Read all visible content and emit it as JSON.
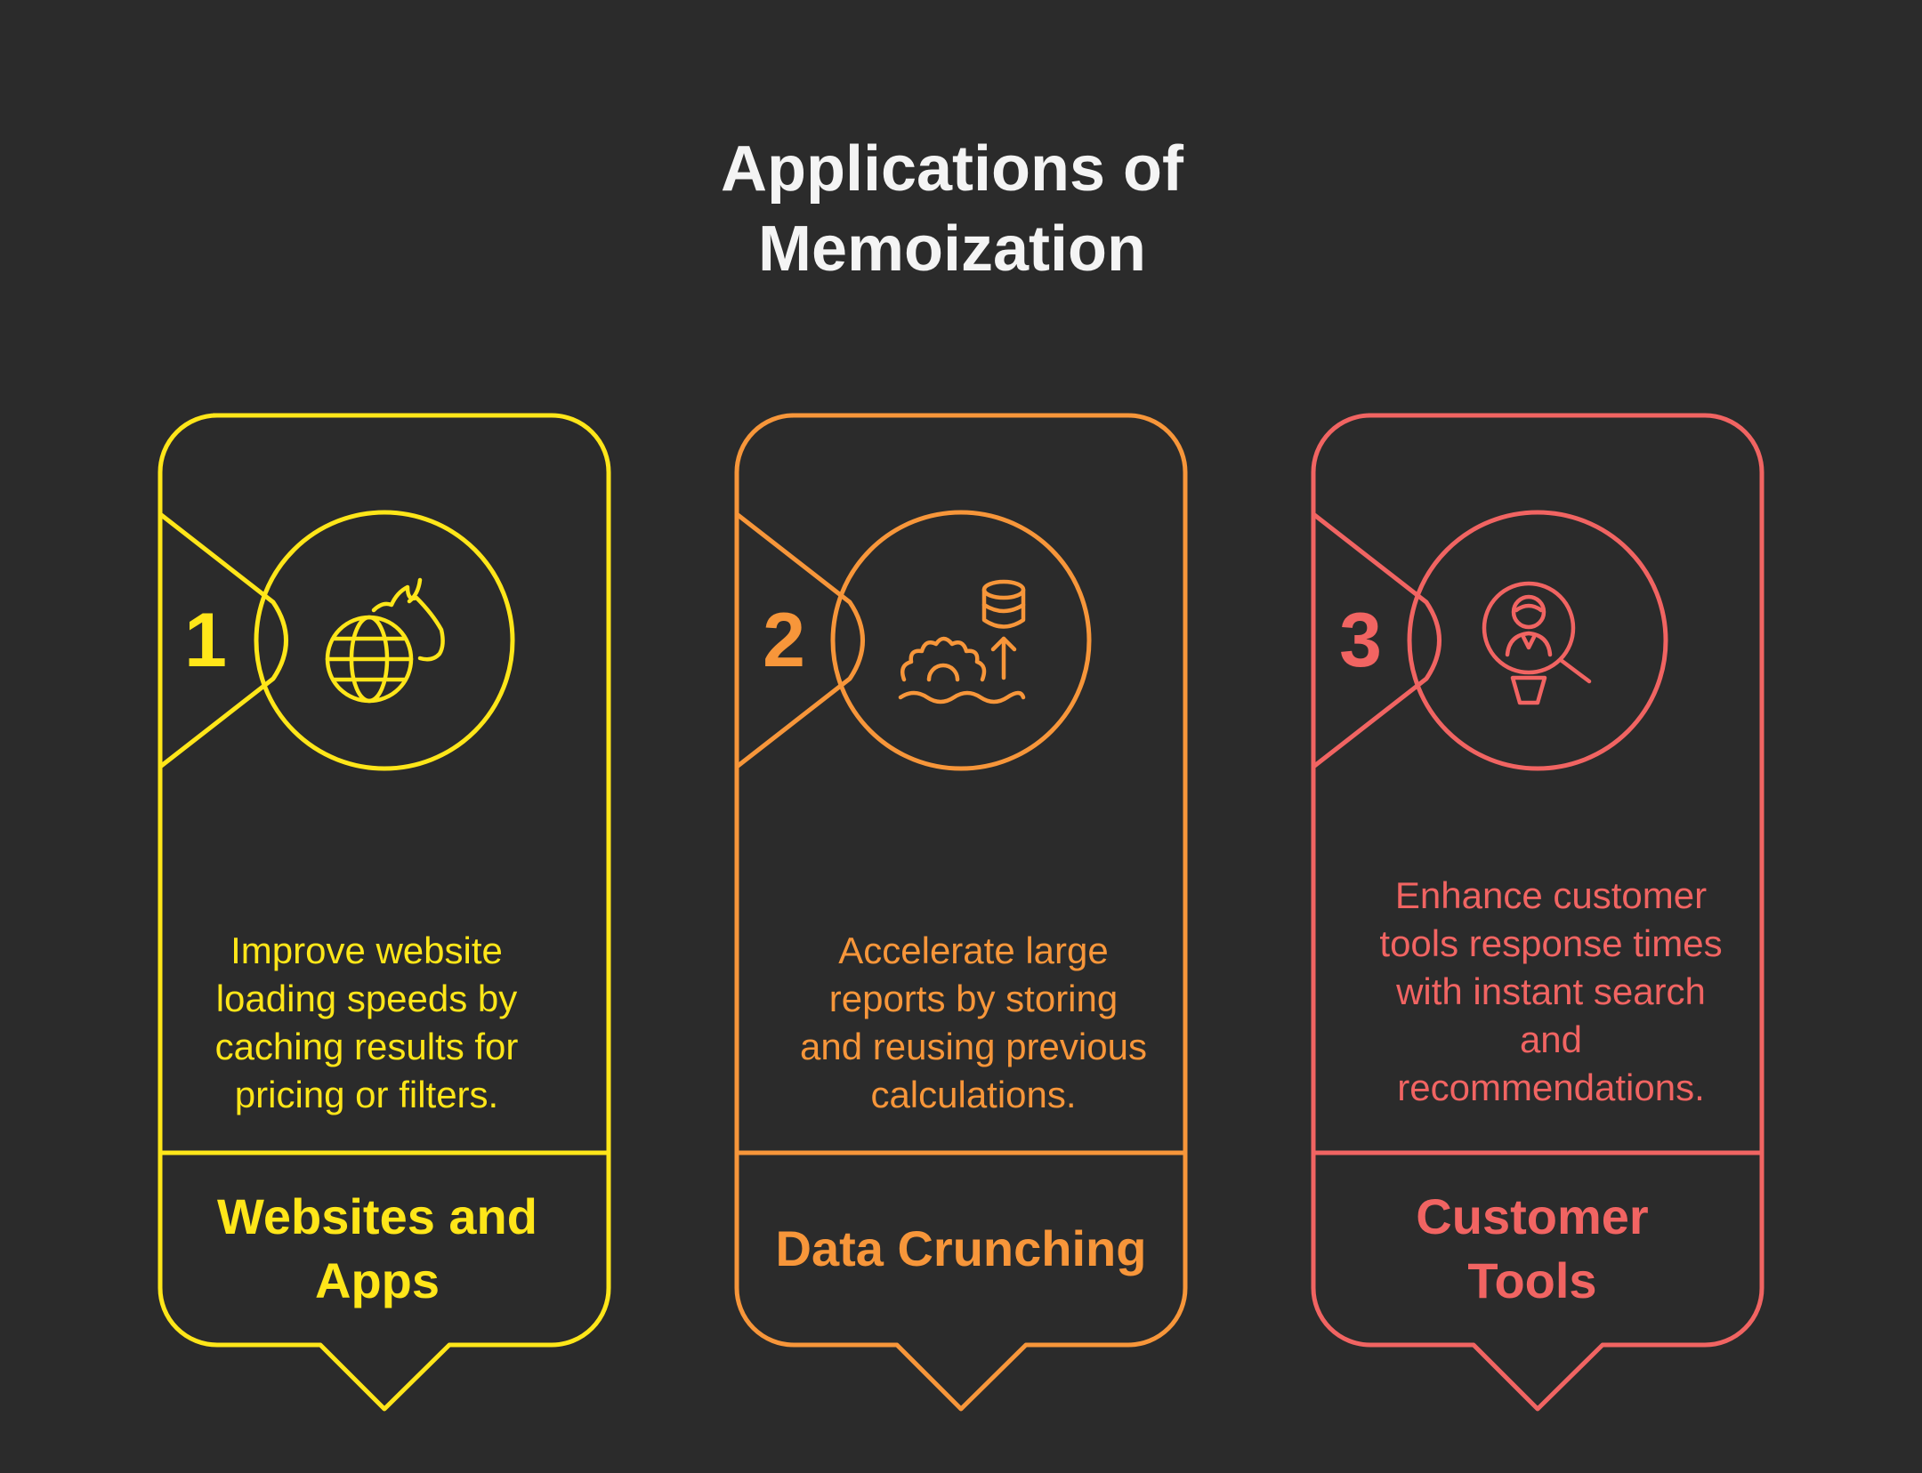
{
  "title": {
    "lines": [
      "Applications of",
      "Memoization"
    ]
  },
  "cards": [
    {
      "number": "1",
      "color": "#ffe619",
      "icon": "globe-fire-icon",
      "description_lines": [
        "Improve website",
        "loading speeds by",
        "caching results for",
        "pricing or filters."
      ],
      "label_lines": [
        "Websites and",
        "Apps"
      ]
    },
    {
      "number": "2",
      "color": "#f7963a",
      "icon": "gear-database-icon",
      "description_lines": [
        "Accelerate large",
        "reports by storing",
        "and reusing previous",
        "calculations."
      ],
      "label_lines": [
        "Data Crunching"
      ]
    },
    {
      "number": "3",
      "color": "#f16462",
      "icon": "magnifier-person-icon",
      "description_lines": [
        "Enhance customer",
        "tools response times",
        "with instant search",
        "and",
        "recommendations."
      ],
      "label_lines": [
        "Customer",
        "Tools"
      ]
    }
  ]
}
